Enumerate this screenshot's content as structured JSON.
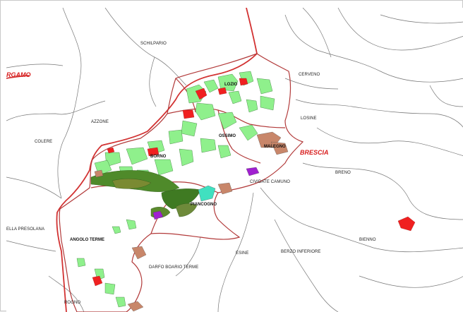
{
  "map": {
    "province_labels": {
      "brescia": "BRESCIA",
      "bergamo": "RGAMO"
    },
    "municipality_labels": {
      "schilpario": "SCHILPARIO",
      "cerveno": "CERVENO",
      "losine": "LOSINE",
      "azzone": "AZZONE",
      "colere": "COLERE",
      "breno": "BRENO",
      "cividate": "CIVIDATE CAMUNO",
      "presolana": "ELLA PRESOLANA",
      "bienno": "BIENNO",
      "esine": "ESINE",
      "berzo": "BERZO INFERIORE",
      "darfo": "DARFO BOARIO TERME",
      "rogno": "ROGNO"
    },
    "inner_labels": {
      "lozio": "LOZIO",
      "ossimo": "OSSIMO",
      "borno": "BORNO",
      "malegno": "MALEGNO",
      "piancogno": "PIANCOGNO",
      "angolo": "ANGOLO TERME"
    },
    "colors": {
      "area_fill": "#eefadb",
      "forest_light": "#8ff08c",
      "forest_dark": "#4f8a2a",
      "olive": "#7a8a32",
      "red_patch": "#f02020",
      "brown_patch": "#c8866a",
      "cyan_patch": "#40e0c0",
      "purple_patch": "#a020d0",
      "province_border": "#d23232",
      "muni_border": "#777777"
    }
  }
}
